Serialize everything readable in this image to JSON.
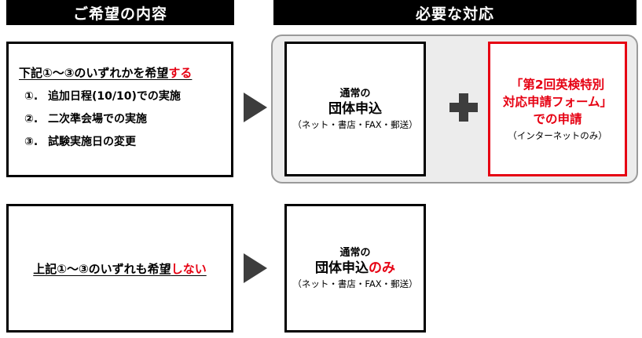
{
  "headers": {
    "left": "ご希望の内容",
    "right": "必要な対応"
  },
  "top_choice": {
    "title_plain": "下記①～③のいずれかを希望",
    "title_red": "する",
    "options": [
      {
        "num": "①.",
        "text": "追加日程(10/10)での実施"
      },
      {
        "num": "②.",
        "text": "二次準会場での実施"
      },
      {
        "num": "③.",
        "text": "試験実施日の変更"
      }
    ]
  },
  "bottom_choice": {
    "title_plain": "上記①～③のいずれも希望",
    "title_red": "しない"
  },
  "standard_top": {
    "line1": "通常の",
    "line2": "団体申込",
    "line3": "（ネット・書店・FAX・郵送）"
  },
  "standard_bottom": {
    "line1": "通常の",
    "line2": "団体申込",
    "line2_red": "のみ",
    "line3": "（ネット・書店・FAX・郵送）"
  },
  "special": {
    "line1": "「第2回英検特別",
    "line2": "対応申請フォーム」",
    "line3": "での申請",
    "line4": "（インターネットのみ）"
  },
  "colors": {
    "accent_red": "#e60012",
    "arrow_gray": "#3d3d3d",
    "panel_gray": "#ececec"
  }
}
